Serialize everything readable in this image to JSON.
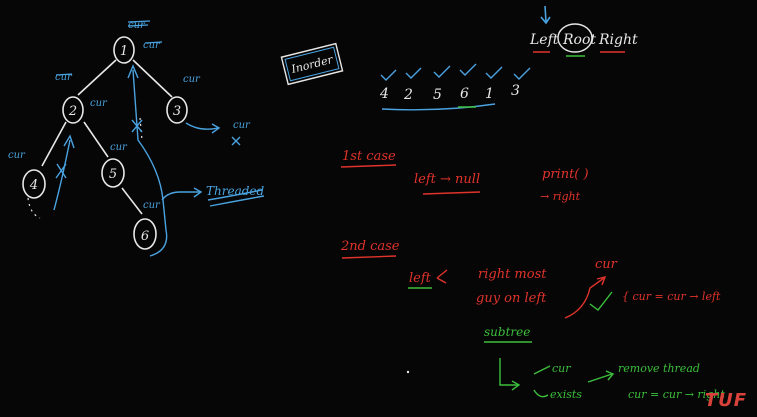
{
  "tree": {
    "nodes": [
      "1",
      "2",
      "3",
      "4",
      "5",
      "6"
    ],
    "cur_tag": "cur",
    "threaded_label": "Threaded"
  },
  "title_box": "Inorder",
  "order_header": {
    "left": "Left",
    "root": "Root",
    "right": "Right"
  },
  "sequence": [
    "4",
    "2",
    "5",
    "6",
    "1",
    "3"
  ],
  "case1": {
    "title": "1st case",
    "condition": "left → null",
    "action": "print( )",
    "move": "→ right"
  },
  "case2": {
    "title": "2nd case",
    "left": "left",
    "desc_line1": "right most",
    "desc_line2": "guy on left",
    "desc_line3": "subtree",
    "cur_label": "cur",
    "assign": "{ cur = cur → left",
    "branch_cur": "cur",
    "branch_exists": "exists",
    "remove": "remove thread",
    "cur_right": "cur = cur → right"
  },
  "logo": "TUF",
  "colors": {
    "white": "#e8e8e8",
    "blue": "#4aa3e0",
    "red": "#e0332b",
    "green": "#3cbf3c"
  }
}
